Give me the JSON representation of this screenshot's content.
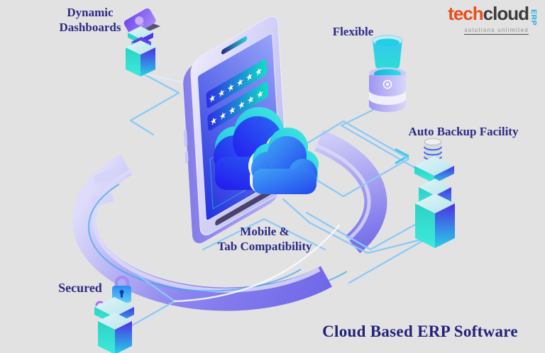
{
  "logo": {
    "brand_tech": "tech",
    "brand_cloud": "cloud",
    "brand_erp": "ERP",
    "tagline": "solutions unlimited",
    "color_tech": "#e84e1b",
    "color_cloud": "#3b3b3b",
    "color_erp": "#2aa9e0",
    "color_tagline": "#8c8c8c"
  },
  "title": {
    "text": "Cloud Based ERP Software"
  },
  "features": {
    "dynamic_dashboards": {
      "line1": "Dynamic",
      "line2": "Dashboards"
    },
    "flexible": {
      "line1": "Flexible"
    },
    "auto_backup": {
      "line1": "Auto Backup Facility"
    },
    "mobile_tab": {
      "line1": "Mobile &",
      "line2": "Tab Compatibility"
    },
    "secured": {
      "line1": "Secured"
    }
  },
  "phone": {
    "password_mask": "★★★★★★"
  },
  "colors": {
    "background": "#e2e2e3",
    "label_text": "#2b2a85",
    "title_text": "#23227a",
    "accent_teal": "#19e0d2",
    "accent_blue": "#2433e0",
    "ring_purple": "#837bec",
    "circuit_line_blue": "#8ccaf5"
  }
}
